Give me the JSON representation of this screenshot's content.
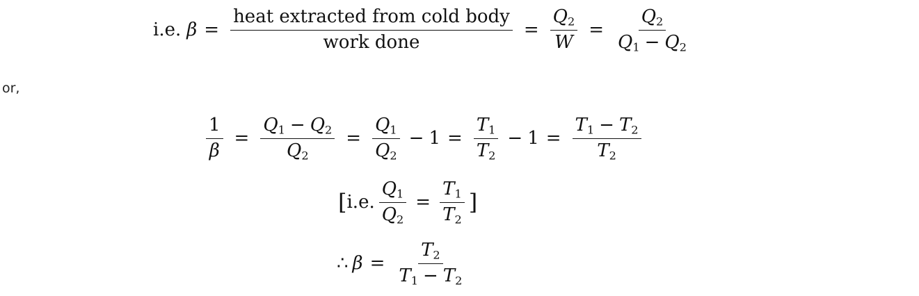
{
  "eq1": {
    "lead": "i.e.",
    "beta": "β",
    "equals": "=",
    "num1": "heat extracted from cold body",
    "den1": "work done",
    "Q": "Q",
    "W": "W",
    "sub1": "1",
    "sub2": "2",
    "minus": "−"
  },
  "prose": {
    "or": "or,"
  },
  "eq2": {
    "one": "1",
    "beta": "β",
    "equals": "=",
    "minus": "−",
    "Q": "Q",
    "T": "T",
    "sub1": "1",
    "sub2": "2"
  },
  "eq3": {
    "open": "[",
    "lead": "i.e.",
    "close": "]",
    "equals": "="
  },
  "eq4": {
    "therefore": "∴",
    "beta": "β",
    "equals": "="
  }
}
